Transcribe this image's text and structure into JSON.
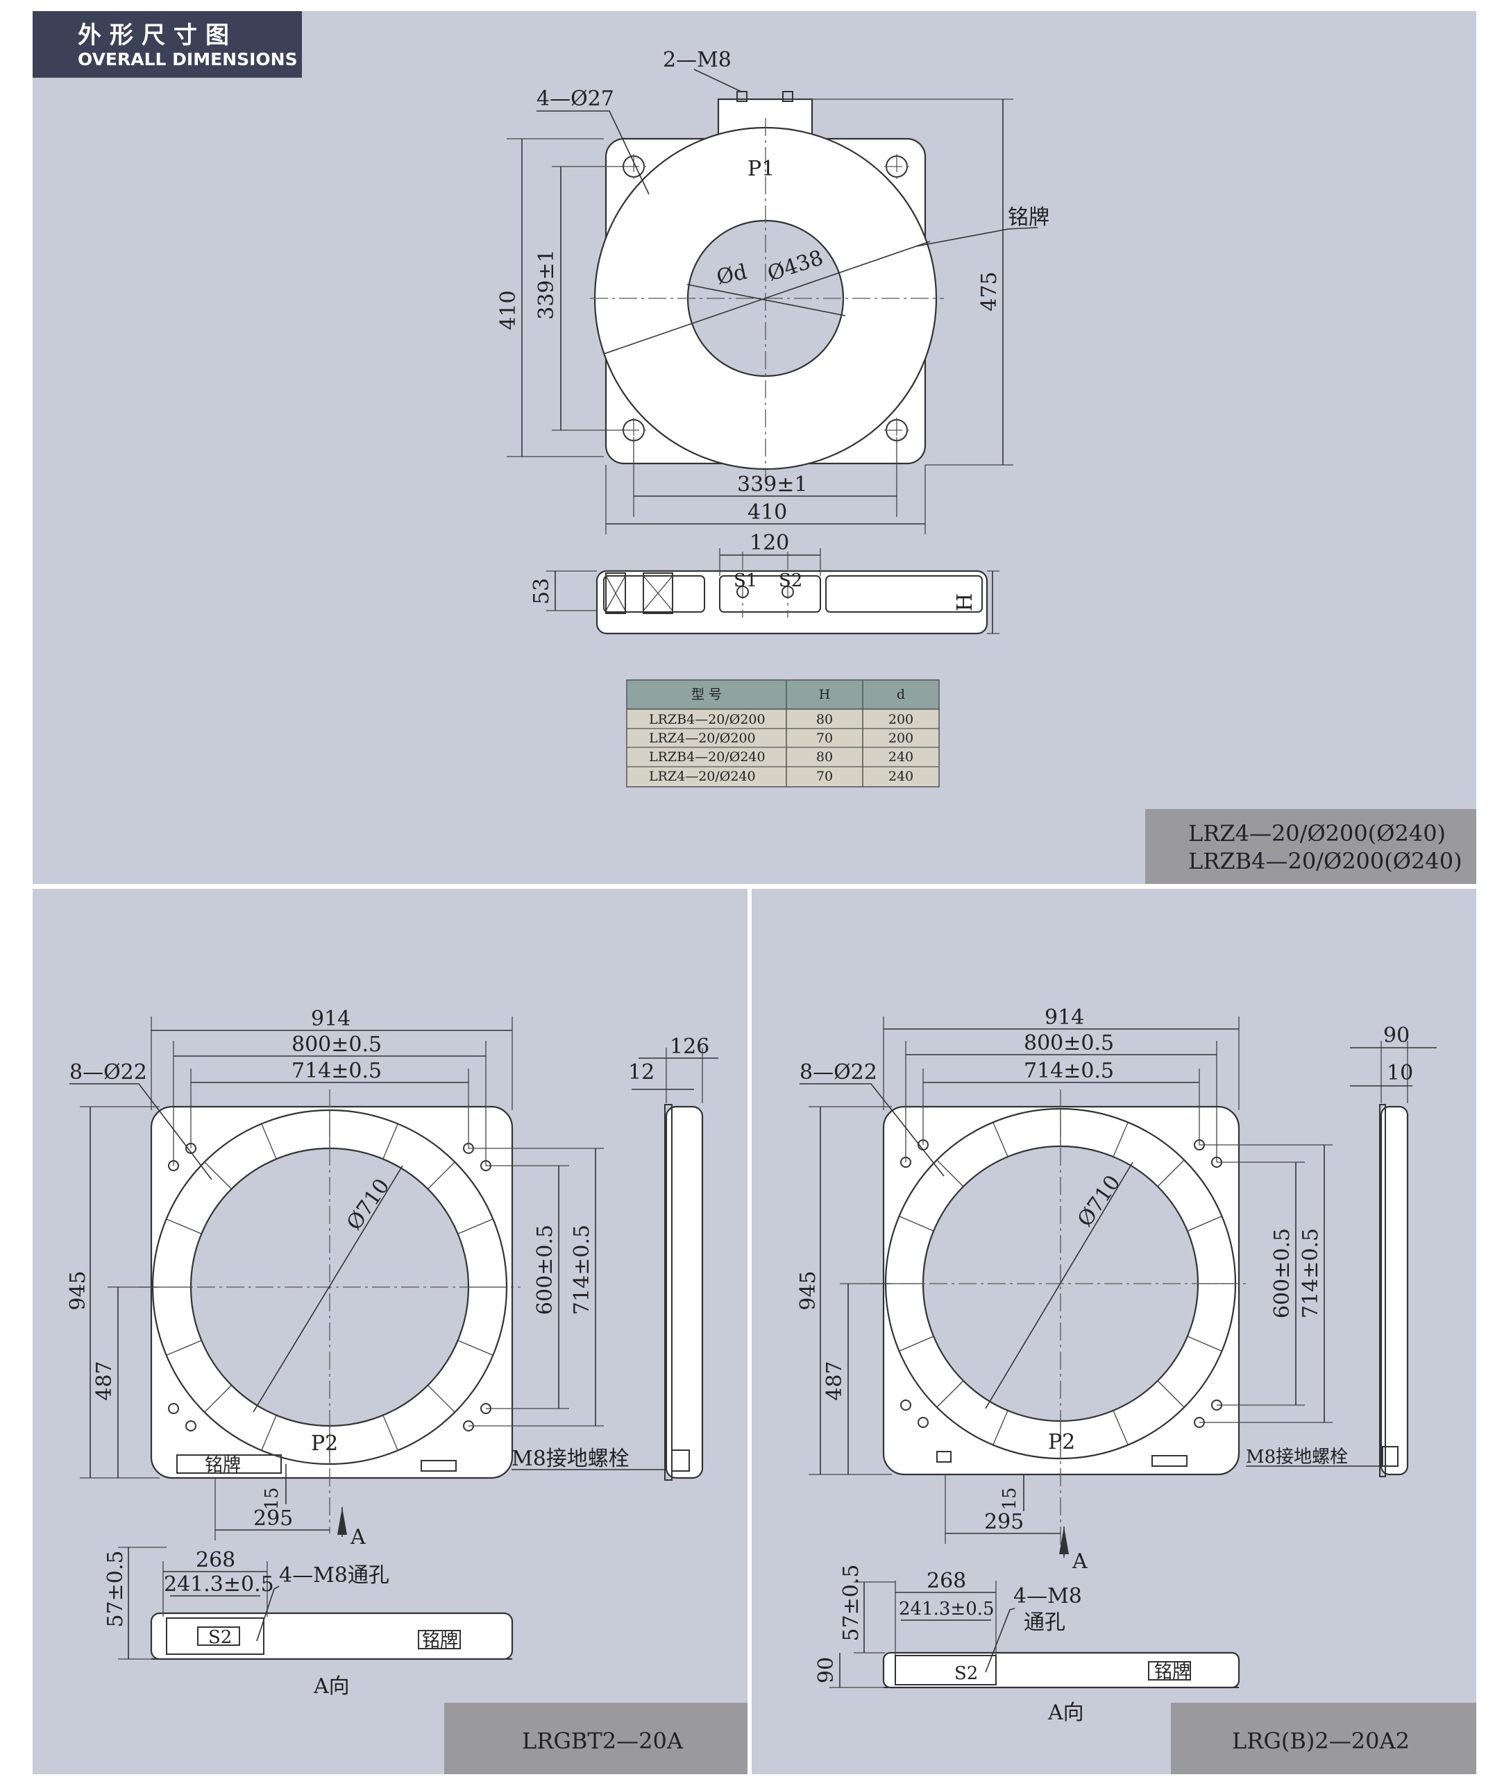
{
  "header": {
    "title_cn": "外形尺寸图",
    "title_en": "OVERALL DIMENSIONS"
  },
  "colors": {
    "panel": "#c8ccd8",
    "header_bg": "#3d4157",
    "label_box": "#9a9a9e",
    "table_head": "#8fa3a0",
    "table_row": "#d6d3c6",
    "paper": "#ffffff",
    "line": "#333333"
  },
  "top_view": {
    "bolt_label": "2—M8",
    "hole_label": "4—Ø27",
    "p1": "P1",
    "inner_dia": "Ød",
    "outer_dia": "Ø438",
    "nameplate": "铭牌",
    "h_total": "410",
    "h_hole": "339±1",
    "h_right": "475",
    "w_hole": "339±1",
    "w_total": "410"
  },
  "side_view": {
    "dim_120": "120",
    "dim_53": "53",
    "dim_h": "H",
    "s1": "S1",
    "s2": "S2"
  },
  "spec_table": {
    "headers": [
      "型  号",
      "H",
      "d"
    ],
    "rows": [
      [
        "LRZB4—20/Ø200",
        "80",
        "200"
      ],
      [
        "LRZ4—20/Ø200",
        "70",
        "200"
      ],
      [
        "LRZB4—20/Ø240",
        "80",
        "240"
      ],
      [
        "LRZ4—20/Ø240",
        "70",
        "240"
      ]
    ]
  },
  "model_labels": {
    "top_line1": "LRZ4—20/Ø200(Ø240)",
    "top_line2": "LRZB4—20/Ø200(Ø240)",
    "left": "LRGBT2—20A",
    "right": "LRG(B)2—20A2"
  },
  "left_drawing": {
    "w_total": "914",
    "w_800": "800±0.5",
    "w_714": "714±0.5",
    "holes": "8—Ø22",
    "dia": "Ø710",
    "p2": "P2",
    "h_945": "945",
    "h_487": "487",
    "h_600": "600±0.5",
    "h_714": "714±0.5",
    "ground": "M8接地螺栓",
    "nameplate": "铭牌",
    "w_295": "295",
    "h_15": "15",
    "a_arrow": "A",
    "side_126": "126",
    "side_12": "12",
    "av_268": "268",
    "av_241": "241.3±0.5",
    "av_bolts": "4—M8通孔",
    "av_57": "57±0.5",
    "av_s2": "S2",
    "av_plate": "铭牌",
    "av_label": "A向"
  },
  "right_drawing": {
    "w_total": "914",
    "w_800": "800±0.5",
    "w_714": "714±0.5",
    "holes": "8—Ø22",
    "dia": "Ø710",
    "p2": "P2",
    "h_945": "945",
    "h_487": "487",
    "h_600": "600±0.5",
    "h_714": "714±0.5",
    "ground": "M8接地螺栓",
    "w_295": "295",
    "h_15": "15",
    "a_arrow": "A",
    "side_90": "90",
    "side_10": "10",
    "av_268": "268",
    "av_241": "241.3±0.5",
    "av_bolts": "4—M8",
    "av_hole": "通孔",
    "av_57": "57±0.5",
    "av_90": "90",
    "av_s2": "S2",
    "av_plate": "铭牌",
    "av_label": "A向"
  }
}
